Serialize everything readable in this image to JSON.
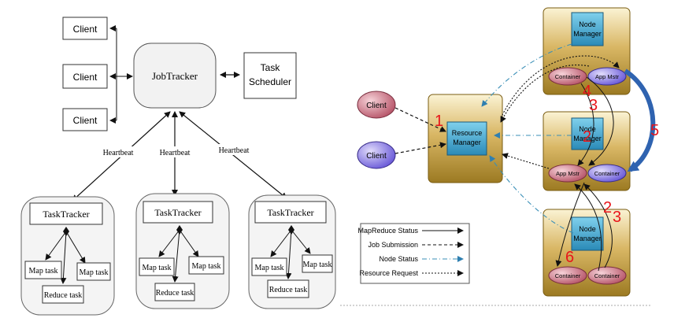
{
  "left": {
    "clients": [
      "Client",
      "Client",
      "Client"
    ],
    "jobtracker": "JobTracker",
    "scheduler": [
      "Task",
      "Scheduler"
    ],
    "heartbeat": [
      "Heartbeat",
      "Heartbeat",
      "Heartbeat"
    ],
    "nodes": [
      {
        "tracker": "TaskTracker",
        "map1": "Map task",
        "map2": "Map task",
        "reduce": "Reduce task"
      },
      {
        "tracker": "TaskTracker",
        "map1": "Map task",
        "map2": "Map task",
        "reduce": "Reduce task"
      },
      {
        "tracker": "TaskTracker",
        "map1": "Map task",
        "map2": "Map task",
        "reduce": "Reduce task"
      }
    ]
  },
  "right": {
    "clients": [
      "Client",
      "Client"
    ],
    "rm": [
      "Resource",
      "Manager"
    ],
    "nm": [
      "Node",
      "Manager"
    ],
    "container": "Container",
    "appmstr": "App Mstr",
    "steps": [
      "1",
      "2",
      "3",
      "4",
      "5",
      "3",
      "2",
      "6"
    ],
    "legend": [
      "MapReduce Status",
      "Job Submission",
      "Node Status",
      "Resource Request"
    ],
    "colors": {
      "red": "#e8141a",
      "blue": "#2f63b0",
      "nodeBox": "#b8962e",
      "teal": "#3a8fb7"
    }
  }
}
